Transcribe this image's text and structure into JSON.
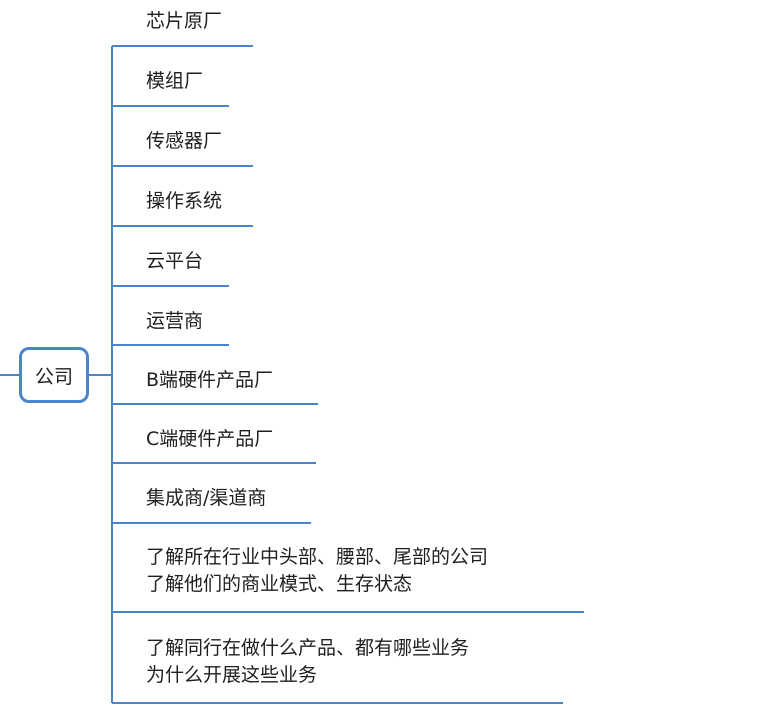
{
  "root": {
    "label": "公司"
  },
  "branches": [
    {
      "lines": [
        "芯片原厂"
      ]
    },
    {
      "lines": [
        "模组厂"
      ]
    },
    {
      "lines": [
        "传感器厂"
      ]
    },
    {
      "lines": [
        "操作系统"
      ]
    },
    {
      "lines": [
        "云平台"
      ]
    },
    {
      "lines": [
        "运营商"
      ]
    },
    {
      "lines": [
        "B端硬件产品厂"
      ]
    },
    {
      "lines": [
        "C端硬件产品厂"
      ]
    },
    {
      "lines": [
        "集成商/渠道商"
      ]
    },
    {
      "lines": [
        "了解所在行业中头部、腰部、尾部的公司",
        "了解他们的商业模式、生存状态"
      ]
    },
    {
      "lines": [
        "了解同行在做什么产品、都有哪些业务",
        "为什么开展这些业务"
      ]
    }
  ],
  "colors": {
    "line": "#4a84cc",
    "text": "#1f1f1f"
  }
}
